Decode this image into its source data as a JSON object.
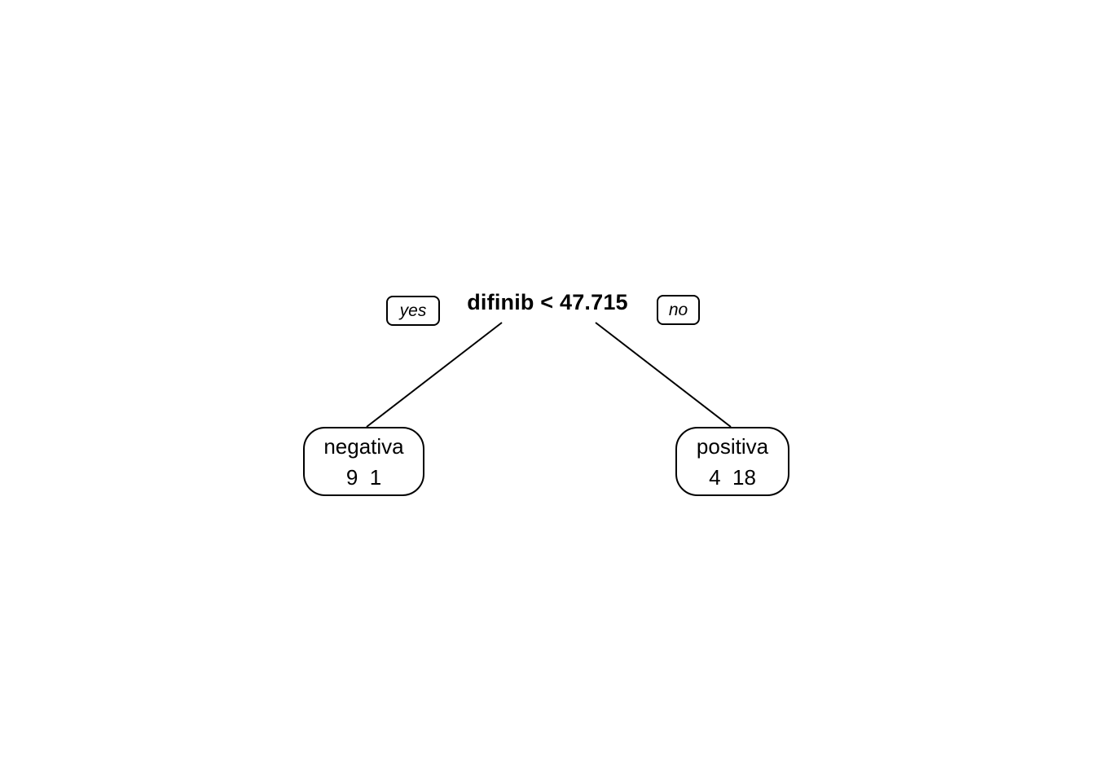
{
  "tree": {
    "root": {
      "condition": "difinib < 47.715"
    },
    "edges": {
      "yes_label": "yes",
      "no_label": "no"
    },
    "leaves": [
      {
        "label": "negativa",
        "counts": "9  1"
      },
      {
        "label": "positiva",
        "counts": "4  18"
      }
    ]
  },
  "colors": {
    "background": "#ffffff",
    "text": "#000000",
    "line": "#000000",
    "node_border": "#000000",
    "node_fill": "#ffffff"
  }
}
